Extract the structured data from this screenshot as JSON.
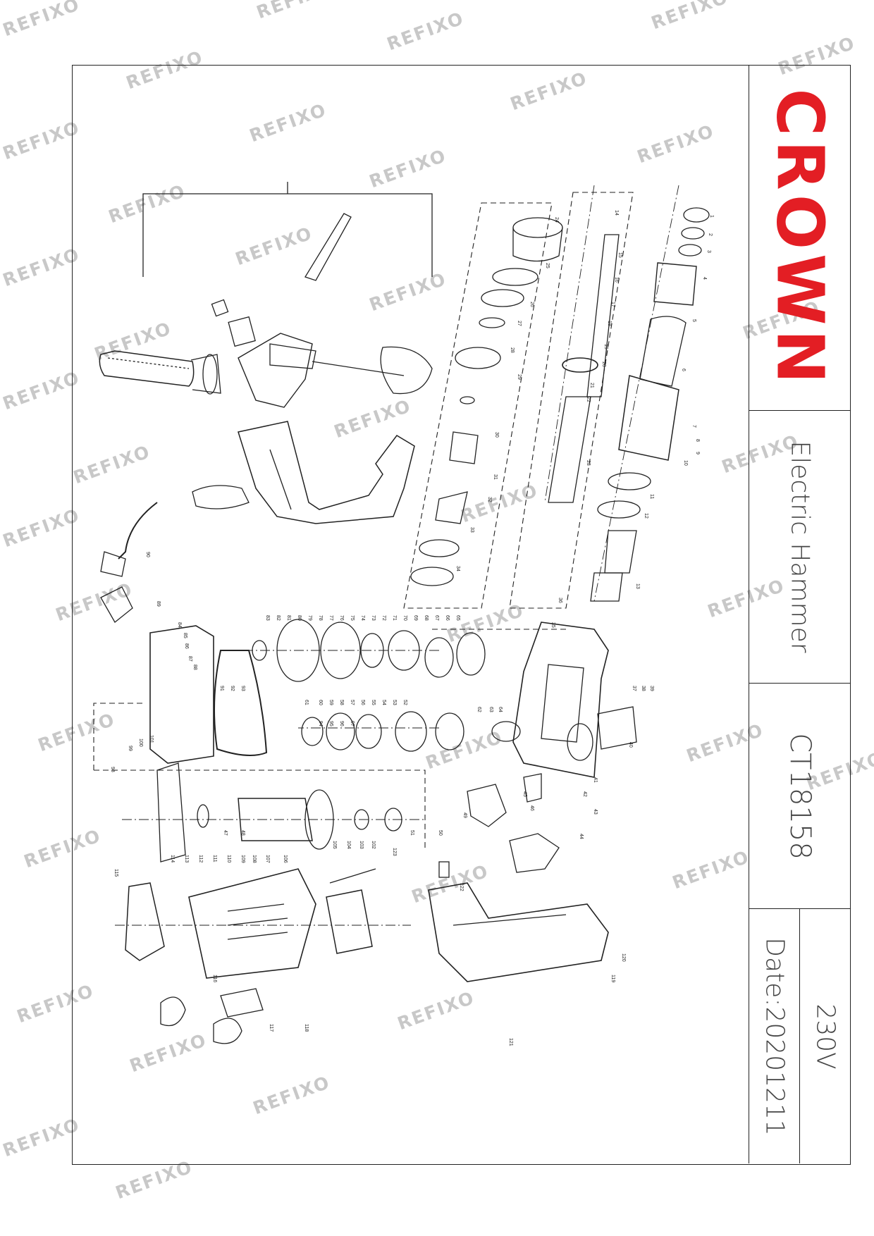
{
  "watermark": "REFIXO",
  "title_block": {
    "brand": "CROWN",
    "product": "Electric  Hammer",
    "model": "CT18158",
    "voltage": "230V",
    "date": "Date:20201211"
  },
  "colors": {
    "brand": "#e31e24",
    "line": "#222222",
    "watermark": "#c8c8c8"
  },
  "part_labels": [
    "1",
    "2",
    "3",
    "4",
    "5",
    "6",
    "7",
    "8",
    "9",
    "10",
    "11",
    "12",
    "13",
    "14",
    "15",
    "16",
    "17",
    "18",
    "19",
    "20",
    "21",
    "22",
    "23",
    "24",
    "25",
    "26",
    "27",
    "28",
    "29",
    "30",
    "31",
    "32",
    "33",
    "34",
    "35",
    "36",
    "37",
    "38",
    "39",
    "40",
    "41",
    "42",
    "43",
    "44",
    "45",
    "46",
    "47",
    "48",
    "49",
    "50",
    "51",
    "52",
    "53",
    "54",
    "55",
    "56",
    "57",
    "58",
    "59",
    "60",
    "61",
    "62",
    "63",
    "64",
    "65",
    "66",
    "67",
    "68",
    "69",
    "70",
    "71",
    "72",
    "73",
    "74",
    "75",
    "76",
    "77",
    "78",
    "79",
    "80",
    "81",
    "82",
    "83",
    "84",
    "85",
    "86",
    "87",
    "88",
    "89",
    "90",
    "91",
    "92",
    "93",
    "94",
    "95",
    "96",
    "97",
    "98",
    "99",
    "100",
    "101",
    "102",
    "103",
    "104",
    "105",
    "106",
    "107",
    "108",
    "109",
    "110",
    "111",
    "112",
    "113",
    "114",
    "115",
    "116",
    "117",
    "118",
    "119",
    "120",
    "121",
    "122",
    "123"
  ]
}
